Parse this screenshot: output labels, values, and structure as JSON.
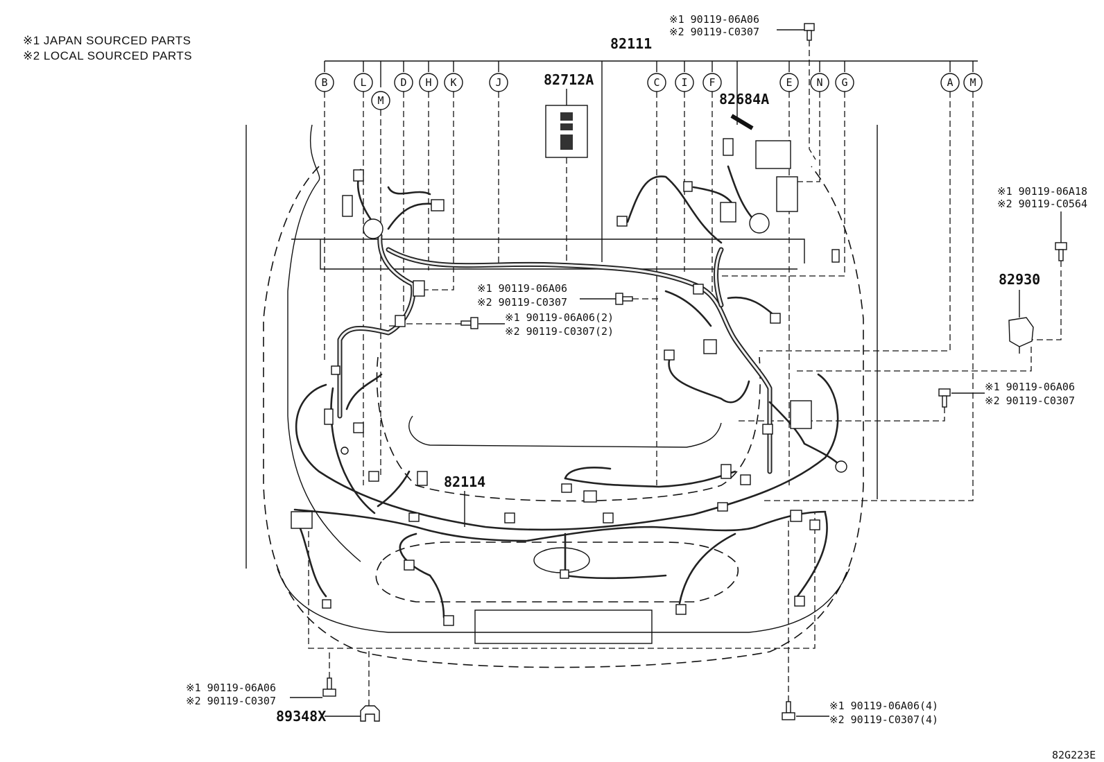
{
  "legend": {
    "line1": "※1 JAPAN SOURCED PARTS",
    "line2": "※2 LOCAL SOURCED PARTS"
  },
  "parts": {
    "main_harness": "82111",
    "block": "82712A",
    "relay_block": "82684A",
    "bracket": "82930",
    "front_harness": "82114",
    "clip": "89348X"
  },
  "index_letters": [
    "B",
    "L",
    "M",
    "D",
    "H",
    "K",
    "J",
    "C",
    "I",
    "F",
    "E",
    "N",
    "G",
    "A",
    "M"
  ],
  "fasteners": {
    "top": {
      "jp": "※1 90119-06A06",
      "local": "※2 90119-C0307"
    },
    "right_upper": {
      "jp": "※1 90119-06A18",
      "local": "※2 90119-C0564"
    },
    "center_a": {
      "jp": "※1 90119-06A06",
      "local": "※2 90119-C0307"
    },
    "center_b": {
      "jp": "※1 90119-06A06(2)",
      "local": "※2 90119-C0307(2)"
    },
    "right_mid": {
      "jp": "※1 90119-06A06",
      "local": "※2 90119-C0307"
    },
    "bottom_left": {
      "jp": "※1 90119-06A06",
      "local": "※2 90119-C0307"
    },
    "bottom_right": {
      "jp": "※1 90119-06A06(4)",
      "local": "※2 90119-C0307(4)"
    }
  },
  "figure_code": "82G223E"
}
